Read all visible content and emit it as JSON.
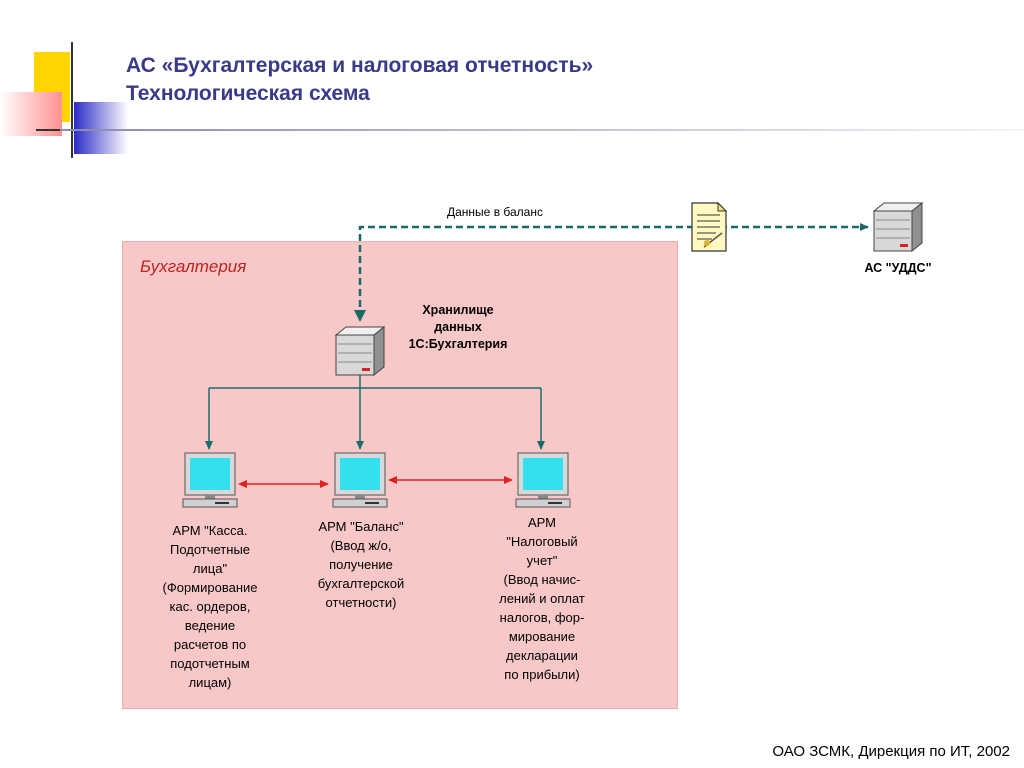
{
  "title": {
    "line1": "АС «Бухгалтерская и налоговая отчетность»",
    "line2": "Технологическая схема"
  },
  "zone": {
    "label": "Бухгалтерия"
  },
  "edges": {
    "data_to_balance": "Данные в баланс"
  },
  "nodes": {
    "storage": {
      "line1": "Хранилище",
      "line2": "данных",
      "line3": "1С:Бухгалтерия"
    },
    "udds": {
      "label": "АС \"УДДС\""
    },
    "arm_kassa": {
      "lines": [
        "АРМ \"Касса.",
        "Подотчетные",
        "лица\"",
        "(Формирование",
        "кас. ордеров,",
        "ведение",
        "расчетов по",
        "подотчетным",
        "лицам)"
      ]
    },
    "arm_balans": {
      "lines": [
        "АРМ \"Баланс\"",
        "(Ввод ж/о,",
        "получение",
        "бухгалтерской",
        "отчетности)"
      ]
    },
    "arm_nalog": {
      "lines": [
        "АРМ",
        "\"Налоговый",
        "учет\"",
        "(Ввод  начис-",
        "лений и оплат",
        "налогов, фор-",
        "мирование",
        "декларации",
        "по прибыли)"
      ]
    }
  },
  "footer": "ОАО ЗСМК, Дирекция по ИТ, 2002",
  "colors": {
    "title": "#3a3a8a",
    "zone_fill": "#f8c8c8",
    "zone_label": "#c42020",
    "flow_line": "#1a6a6a",
    "peer_link": "#e02020",
    "monitor_screen": "#33e0f0"
  }
}
